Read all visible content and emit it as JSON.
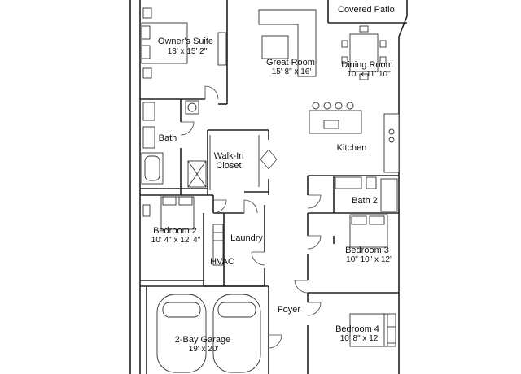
{
  "rooms": {
    "covered_patio": {
      "name": "Covered Patio"
    },
    "owners_suite": {
      "name": "Owner's Suite",
      "dims": "13' x 15' 2\""
    },
    "great_room": {
      "name": "Great Room",
      "dims": "15' 8\" x 16'"
    },
    "dining_room": {
      "name": "Dining Room",
      "dims": "10' x 11' 10\""
    },
    "bath": {
      "name": "Bath"
    },
    "walk_in_closet": {
      "name_line1": "Walk-In",
      "name_line2": "Closet"
    },
    "kitchen": {
      "name": "Kitchen"
    },
    "bath2": {
      "name": "Bath 2"
    },
    "bedroom2": {
      "name": "Bedroom 2",
      "dims": "10' 4\" x 12' 4\""
    },
    "laundry": {
      "name": "Laundry"
    },
    "bedroom3": {
      "name": "Bedroom 3",
      "dims": "10\" 10\" x 12'"
    },
    "hvac": {
      "name": "HVAC"
    },
    "foyer": {
      "name": "Foyer"
    },
    "bedroom4": {
      "name": "Bedroom 4",
      "dims": "10' 8\" x 12'"
    },
    "garage": {
      "name": "2-Bay Garage",
      "dims": "19' x 20'"
    }
  }
}
